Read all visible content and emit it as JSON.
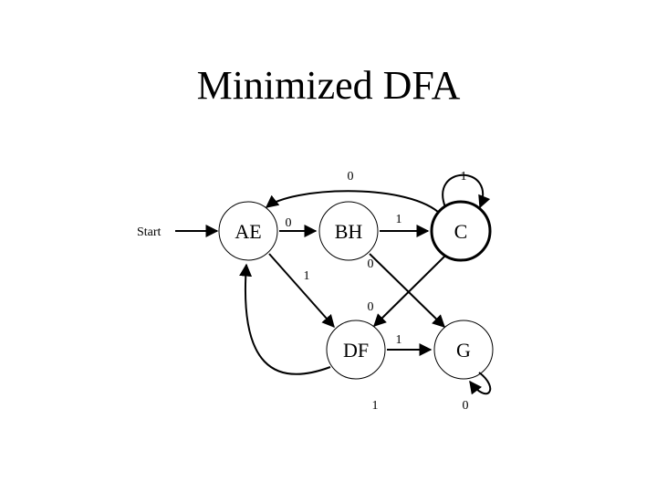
{
  "title": "Minimized DFA",
  "start_label": "Start",
  "states": [
    {
      "id": "AE",
      "label": "AE",
      "accepting": false
    },
    {
      "id": "BH",
      "label": "BH",
      "accepting": false
    },
    {
      "id": "C",
      "label": "C",
      "accepting": true
    },
    {
      "id": "DF",
      "label": "DF",
      "accepting": false
    },
    {
      "id": "G",
      "label": "G",
      "accepting": false
    }
  ],
  "transitions": [
    {
      "from": "AE",
      "to": "BH",
      "symbol": "0"
    },
    {
      "from": "AE",
      "to": "DF",
      "symbol": "1"
    },
    {
      "from": "BH",
      "to": "C",
      "symbol": "1"
    },
    {
      "from": "BH",
      "to": "G",
      "symbol": "0"
    },
    {
      "from": "C",
      "to": "AE",
      "symbol": "0"
    },
    {
      "from": "C",
      "to": "C",
      "symbol": "1"
    },
    {
      "from": "C",
      "to": "DF",
      "symbol": "0"
    },
    {
      "from": "DF",
      "to": "G",
      "symbol": "1"
    },
    {
      "from": "DF",
      "to": "AE",
      "symbol": "1"
    },
    {
      "from": "G",
      "to": "G",
      "symbol": "0"
    }
  ]
}
